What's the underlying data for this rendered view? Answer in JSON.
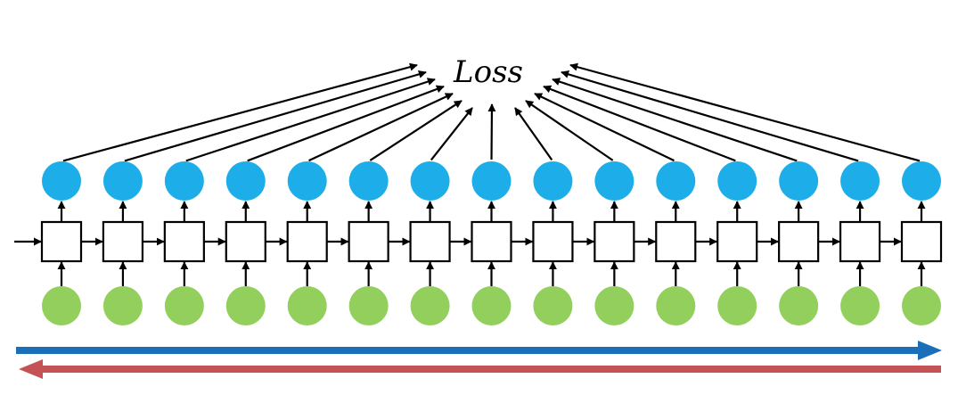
{
  "diagram": {
    "loss_label": "Loss",
    "timesteps": 15,
    "colors": {
      "input_node": "#92cf5c",
      "output_node": "#1daeea",
      "cell_stroke": "#000000",
      "cell_fill": "#ffffff",
      "edge": "#000000",
      "forward_arrow": "#1b6eb8",
      "backward_arrow": "#c45355"
    },
    "flow_arrows": [
      {
        "name": "forward-pass-arrow",
        "direction": "left-to-right"
      },
      {
        "name": "backward-pass-arrow",
        "direction": "right-to-left"
      }
    ]
  }
}
